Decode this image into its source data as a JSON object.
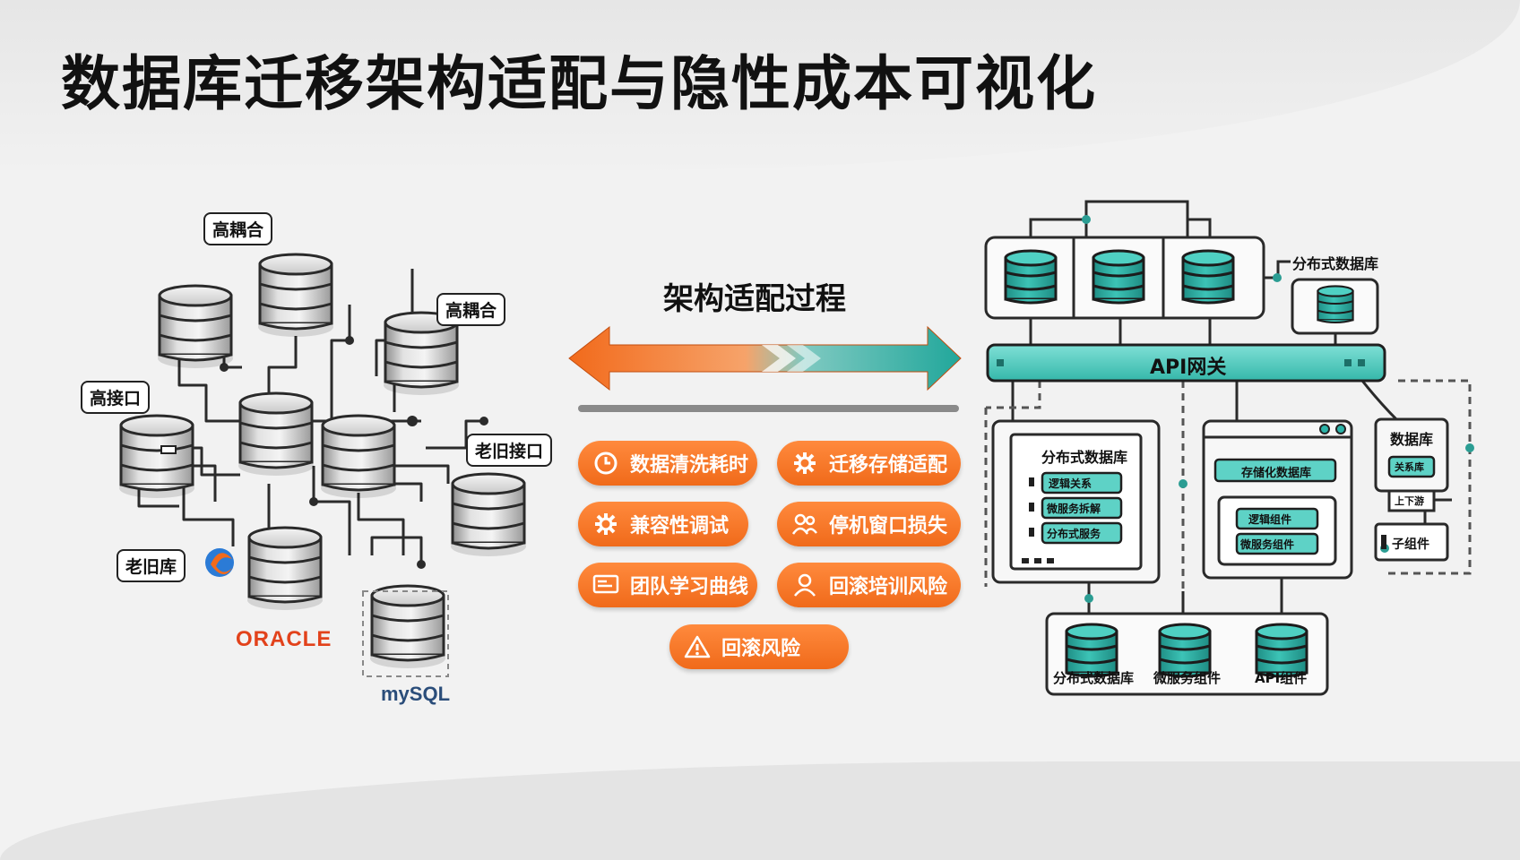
{
  "title": "数据库迁移架构适配与隐性成本可视化",
  "left_cluster": {
    "callouts": [
      "高耦合",
      "高耦合",
      "高接口",
      "老旧接口",
      "老旧库"
    ],
    "brands": {
      "oracle": "ORACLE",
      "mysql": "mySQL"
    }
  },
  "process": {
    "title": "架构适配过程",
    "costs": [
      {
        "label": "数据清洗耗时",
        "icon": "clock-icon"
      },
      {
        "label": "迁移存储适配",
        "icon": "gear-icon"
      },
      {
        "label": "兼容性调试",
        "icon": "cog-icon"
      },
      {
        "label": "停机窗口损失",
        "icon": "people-icon"
      },
      {
        "label": "团队学习曲线",
        "icon": "screen-icon"
      },
      {
        "label": "回滚培训风险",
        "icon": "person-icon"
      },
      {
        "label": "回滚风险",
        "icon": "warning-icon"
      }
    ]
  },
  "right_arch": {
    "top_label": "分布式数据库",
    "gateway": "API网关",
    "panel_left": {
      "title": "分布式数据库",
      "items": [
        "逻辑关系",
        "微服务拆解",
        "分布式服务"
      ]
    },
    "panel_mid": {
      "title": "存储化数据库",
      "items": [
        "逻辑组件",
        "微服务组件"
      ]
    },
    "panel_right": {
      "title": "数据库",
      "items": [
        "关系库",
        "上下游",
        "子组件"
      ]
    },
    "bottom": [
      "分布式数据库",
      "微服务组件",
      "API组件"
    ]
  },
  "colors": {
    "orange": "#f47a2a",
    "teal": "#2bb3a8",
    "dark": "#222222"
  }
}
